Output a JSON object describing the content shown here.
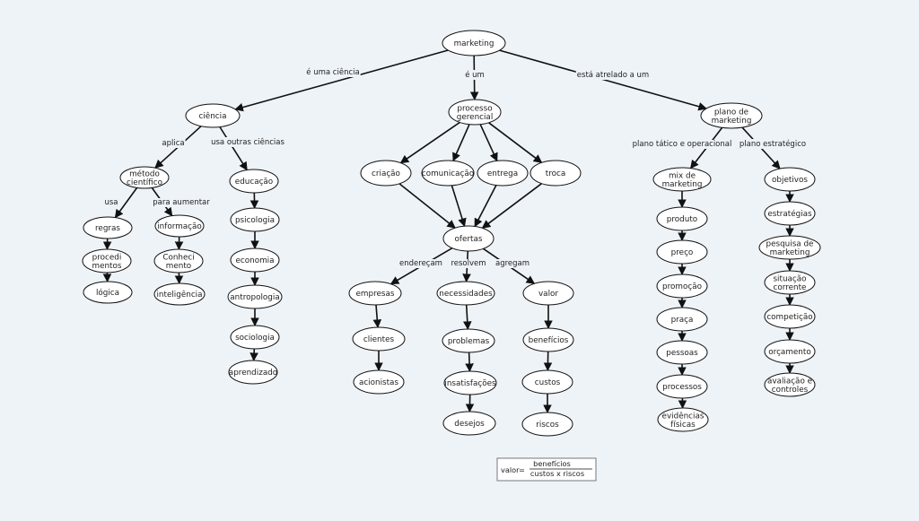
{
  "nodes": {
    "marketing": [
      "marketing"
    ],
    "ciencia": [
      "ciência"
    ],
    "processo": [
      "processo",
      "gerencial"
    ],
    "plano": [
      "plano de",
      "marketing"
    ],
    "metodo": [
      "método",
      "científico"
    ],
    "educacao": [
      "educação"
    ],
    "psicologia": [
      "psicologia"
    ],
    "economia": [
      "economia"
    ],
    "antropologia": [
      "antropologia"
    ],
    "sociologia": [
      "sociologia"
    ],
    "aprendizado": [
      "aprendizado"
    ],
    "regras": [
      "regras"
    ],
    "procedimentos": [
      "procedi",
      "mentos"
    ],
    "logica": [
      "lógica"
    ],
    "informacao": [
      "informação"
    ],
    "conhecimento": [
      "Conheci",
      "mento"
    ],
    "inteligencia": [
      "inteligência"
    ],
    "criacao": [
      "criação"
    ],
    "comunicacao": [
      "comunicação"
    ],
    "entrega": [
      "entrega"
    ],
    "troca": [
      "troca"
    ],
    "ofertas": [
      "ofertas"
    ],
    "empresas": [
      "empresas"
    ],
    "clientes": [
      "clientes"
    ],
    "acionistas": [
      "acionistas"
    ],
    "necessidades": [
      "necessidades"
    ],
    "problemas": [
      "problemas"
    ],
    "insatisfacoes": [
      "insatisfações"
    ],
    "desejos": [
      "desejos"
    ],
    "valor": [
      "valor"
    ],
    "beneficios": [
      "benefícios"
    ],
    "custos": [
      "custos"
    ],
    "riscos": [
      "riscos"
    ],
    "mix": [
      "mix de",
      "marketing"
    ],
    "produto": [
      "produto"
    ],
    "preco": [
      "preço"
    ],
    "promocao": [
      "promoção"
    ],
    "praca": [
      "praça"
    ],
    "pessoas": [
      "pessoas"
    ],
    "processos": [
      "processos"
    ],
    "evidencias": [
      "evidências",
      "físicas"
    ],
    "objetivos": [
      "objetivos"
    ],
    "estrategias": [
      "estratégias"
    ],
    "pesquisa": [
      "pesquisa de",
      "marketing"
    ],
    "situacao": [
      "situação",
      "corrente"
    ],
    "competicao": [
      "competição"
    ],
    "orcamento": [
      "orçamento"
    ],
    "avaliacao": [
      "avaliação e",
      "controles"
    ]
  },
  "edges": [
    [
      "marketing",
      "ciencia",
      "é uma ciência"
    ],
    [
      "marketing",
      "processo",
      "é um"
    ],
    [
      "marketing",
      "plano",
      "está atrelado a um"
    ],
    [
      "ciencia",
      "metodo",
      "aplica"
    ],
    [
      "ciencia",
      "educacao",
      "usa outras ciências"
    ],
    [
      "educacao",
      "psicologia",
      ""
    ],
    [
      "psicologia",
      "economia",
      ""
    ],
    [
      "economia",
      "antropologia",
      ""
    ],
    [
      "antropologia",
      "sociologia",
      ""
    ],
    [
      "sociologia",
      "aprendizado",
      ""
    ],
    [
      "metodo",
      "regras",
      "usa"
    ],
    [
      "metodo",
      "informacao",
      "para aumentar"
    ],
    [
      "regras",
      "procedimentos",
      ""
    ],
    [
      "procedimentos",
      "logica",
      ""
    ],
    [
      "informacao",
      "conhecimento",
      ""
    ],
    [
      "conhecimento",
      "inteligencia",
      ""
    ],
    [
      "processo",
      "criacao",
      ""
    ],
    [
      "processo",
      "comunicacao",
      ""
    ],
    [
      "processo",
      "entrega",
      ""
    ],
    [
      "processo",
      "troca",
      ""
    ],
    [
      "criacao",
      "ofertas",
      ""
    ],
    [
      "comunicacao",
      "ofertas",
      ""
    ],
    [
      "entrega",
      "ofertas",
      ""
    ],
    [
      "troca",
      "ofertas",
      ""
    ],
    [
      "ofertas",
      "empresas",
      "endereçam"
    ],
    [
      "ofertas",
      "necessidades",
      "resolvem"
    ],
    [
      "ofertas",
      "valor",
      "agregam"
    ],
    [
      "empresas",
      "clientes",
      ""
    ],
    [
      "clientes",
      "acionistas",
      ""
    ],
    [
      "necessidades",
      "problemas",
      ""
    ],
    [
      "problemas",
      "insatisfacoes",
      ""
    ],
    [
      "insatisfacoes",
      "desejos",
      ""
    ],
    [
      "valor",
      "beneficios",
      ""
    ],
    [
      "beneficios",
      "custos",
      ""
    ],
    [
      "custos",
      "riscos",
      ""
    ],
    [
      "plano",
      "mix",
      "plano tático e operacional"
    ],
    [
      "plano",
      "objetivos",
      "plano estratégico"
    ],
    [
      "mix",
      "produto",
      ""
    ],
    [
      "produto",
      "preco",
      ""
    ],
    [
      "preco",
      "promocao",
      ""
    ],
    [
      "promocao",
      "praca",
      ""
    ],
    [
      "praca",
      "pessoas",
      ""
    ],
    [
      "pessoas",
      "processos",
      ""
    ],
    [
      "processos",
      "evidencias",
      ""
    ],
    [
      "objetivos",
      "estrategias",
      ""
    ],
    [
      "estrategias",
      "pesquisa",
      ""
    ],
    [
      "pesquisa",
      "situacao",
      ""
    ],
    [
      "situacao",
      "competicao",
      ""
    ],
    [
      "competicao",
      "orcamento",
      ""
    ],
    [
      "orcamento",
      "avaliacao",
      ""
    ]
  ],
  "formula": {
    "lhs": "valor",
    "eq": "=",
    "numerator": "benefícios",
    "denominator": "custos x  riscos"
  }
}
